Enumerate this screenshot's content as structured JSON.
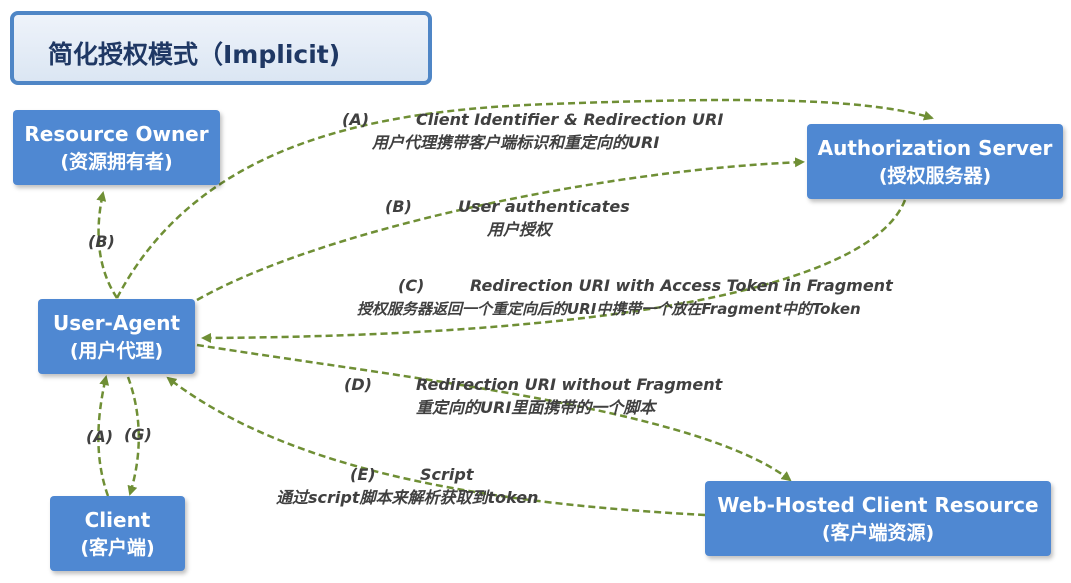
{
  "title": "简化授权模式（Implicit)",
  "nodes": {
    "resource_owner": {
      "line1": "Resource Owner",
      "line2": "(资源拥有者)"
    },
    "authorization_server": {
      "line1": "Authorization Server",
      "line2": "(授权服务器)"
    },
    "user_agent": {
      "line1": "User-Agent",
      "line2": "(用户代理)"
    },
    "client": {
      "line1": "Client",
      "line2": "(客户端)"
    },
    "web_hosted": {
      "line1": "Web-Hosted Client Resource",
      "line2": "(客户端资源)"
    }
  },
  "flows": {
    "a": {
      "step": "(A)",
      "en": "Client Identifier & Redirection URI",
      "zh": "用户代理携带客户端标识和重定向的URI"
    },
    "b": {
      "step": "(B)",
      "en": "User authenticates",
      "zh": "用户授权"
    },
    "c": {
      "step": "(C)",
      "en": "Redirection URI with Access Token in Fragment",
      "zh": "授权服务器返回一个重定向后的URI中携带一个放在Fragment中的Token"
    },
    "d": {
      "step": "(D)",
      "en": "Redirection URI without Fragment",
      "zh": "重定向的URI里面携带的一个脚本"
    },
    "e": {
      "step": "(E)",
      "en": "Script",
      "zh": "通过script脚本来解析获取到token"
    },
    "b_owner": {
      "step": "(B)"
    },
    "a_client": {
      "step": "(A)"
    },
    "g_client": {
      "step": "(G)"
    }
  },
  "colors": {
    "node": "#4f88d2",
    "arrow": "#6f8f35",
    "title_border": "#4f86c6"
  }
}
